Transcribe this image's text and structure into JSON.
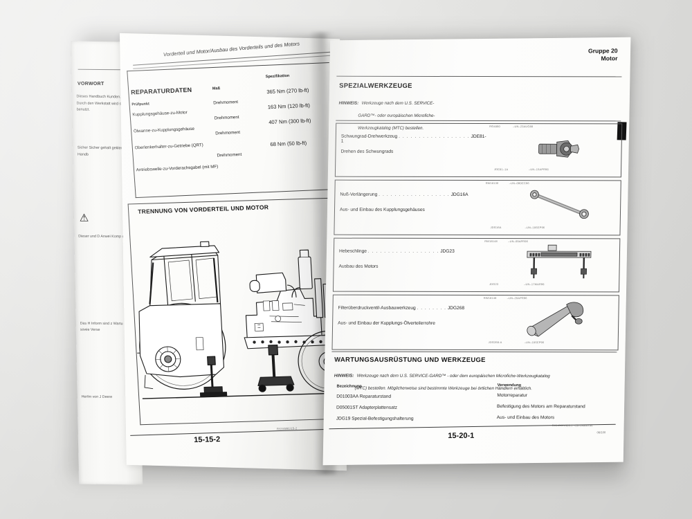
{
  "document": {
    "type": "service-manual-open-book",
    "language": "de",
    "background_color": "#e9e9e7",
    "paper_color": "#fbfbf9"
  },
  "left_page": {
    "running_header": "Vorderteil und Motor/Ausbau des Vorderteils und des Motors",
    "page_number": "15-15-2",
    "figure_code": "RXX4891/15-2",
    "repair_data": {
      "title": "REPARATURDATEN",
      "columns": [
        "Prüfpunkt",
        "Maß",
        "Spezifikation"
      ],
      "rows": [
        {
          "item": "Kupplungsgehäuse-zu-Motor",
          "measure": "Drehmoment",
          "spec": "365 Nm (270 lb-ft)"
        },
        {
          "item": "Ölwanne-zu-Kupplungsgehäuse",
          "measure": "Drehmoment",
          "spec": "163 Nm (120 lb-ft)"
        },
        {
          "item": "Oberlenkerhalter-zu-Getriebe (QRT)",
          "measure": "Drehmoment",
          "spec": "407 Nm (300 lb-ft)"
        },
        {
          "item": "Antriebswelle-zu-Vorderachsgabel (mit MF)",
          "measure": "Drehmoment",
          "spec": "68 Nm (50 lb-ft)"
        }
      ]
    },
    "section2": {
      "title": "TRENNUNG VON VORDERTEIL UND MOTOR",
      "figure_caption": "Traktor getrennt in Vorderteil und Motor, beide auf Stützböcken"
    }
  },
  "left_extra_page": {
    "heading": "VORWORT",
    "paragraph1": "Dieses Handbuch Kunden. Durch den Werkstatt wird si benutzt.",
    "paragraph2": "Sicher Sicher gehalt geklem Handb",
    "warning_icon": "warning-triangle-icon",
    "paragraph3": "Dieser und D Anwei Komp m.",
    "paragraph4": "Das H Inform sind z Wartu sowie Verse",
    "paragraph5": "Herfm von J Deere"
  },
  "right_page": {
    "group_label_line1": "Gruppe 20",
    "group_label_line2": "Motor",
    "page_number": "15-20-1",
    "bottom_code": "06/100",
    "black_tab": true,
    "special_tools": {
      "title": "SPEZIALWERKZEUGE",
      "note_label": "HINWEIS:",
      "note_text": "Werkzeuge nach dem U.S. SERVICE-GARD™- oder europäischen Microfiche-Werkzeugkatalog (MTC) bestellen.",
      "note_line1": "Werkzeuge nach dem U.S. SERVICE-",
      "note_line2": "GARD™- oder europäischen Microfiche-",
      "note_line3": "Werkzeugkatalog (MTC) bestellen.",
      "dots": ". . . . . . . . . . . . . . . . . .",
      "tools": [
        {
          "name": "Schwungrad-Drehwerkzeug",
          "number": "JDE81-1",
          "use": "Drehen des Schwungrads",
          "pic_top_code": "RG4890",
          "pic_top_code2": "–UN–23AUG88",
          "pic_bottom_code": "JDE81–1A",
          "pic_bottom_code2": "–UN–15APR96",
          "icon": "flywheel-turning-tool-photo"
        },
        {
          "name": "Nuß-Verlängerung",
          "number": "JDG16A",
          "use": "Aus- und Einbau des Kupplungsgehäuses",
          "pic_top_code": "RW18130",
          "pic_top_code2": "–UN–09DEC96",
          "pic_bottom_code": "JDG16A",
          "pic_bottom_code2": "–UN–18SEP96",
          "icon": "socket-extension-bar-photo"
        },
        {
          "name": "Hebeschlinge",
          "number": "JDG23",
          "use": "Ausbau des Motors",
          "pic_top_code": "RW18148",
          "pic_top_code2": "–UN–09APR96",
          "pic_bottom_code": "JDG23",
          "pic_bottom_code2": "–UN–17MAR98",
          "icon": "lifting-sling-photo"
        },
        {
          "name": "Filterüberdruckventil-Ausbauwerkzeug",
          "number": "JDG268",
          "use": "Aus- und Einbau der Kupplungs-Ölverteilerrohre",
          "pic_top_code": "RW18148",
          "pic_top_code2": "–UN–20APR96",
          "pic_bottom_code": "JDG268-A",
          "pic_bottom_code2": "–UN–18SEP96",
          "icon": "valve-removal-tool-photo"
        }
      ]
    },
    "service_equipment": {
      "title": "WARTUNGSAUSRÜSTUNG UND WERKZEUGE",
      "note_label": "HINWEIS:",
      "note_line1": "Werkzeuge nach dem U.S. SERVICE-GARD™ - oder dem europäischen Microfiche-Werkzeugkatalog",
      "note_line2": "(MTC) bestellen. Möglicherweise sind bestimmte Werkzeuge bei örtlichen Händlern erhältlich.",
      "columns": [
        "Bezeichnung",
        "Verwendung"
      ],
      "rows": [
        {
          "designation": "D01003AA Reparaturstand",
          "use": "Motorreparatur"
        },
        {
          "designation": "D05001ST Adapterplattensatz",
          "use": "Befestigung des Motors am Reparaturstand"
        },
        {
          "designation": "JDG19 Spezial-Befestigungshalterung",
          "use": "Aus- und Einbau des Motors"
        }
      ],
      "footer_code": "RX1458/1S20,1   –28–04MAY96"
    }
  }
}
